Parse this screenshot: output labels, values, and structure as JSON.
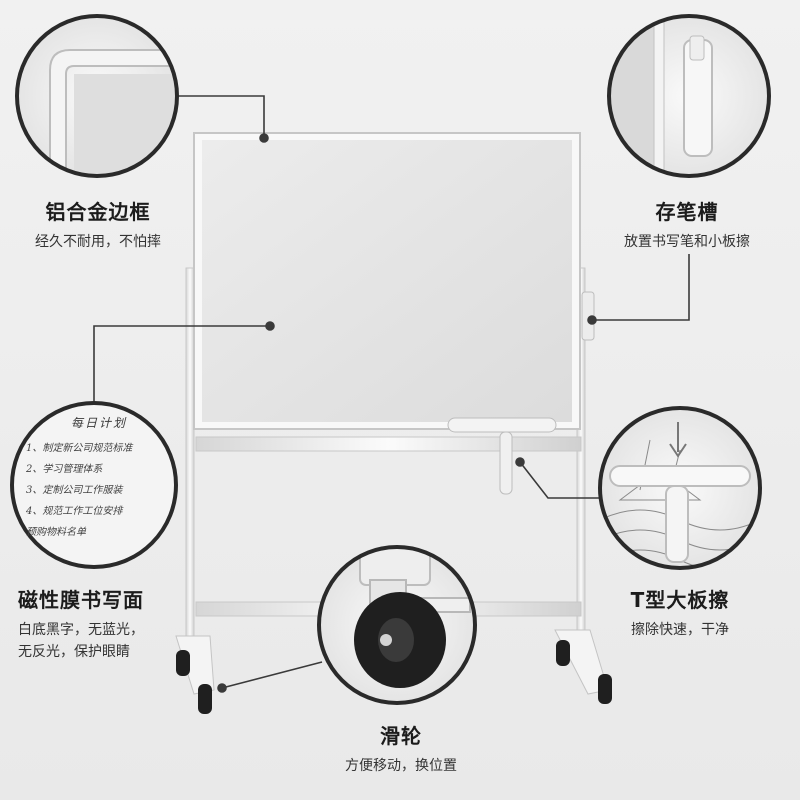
{
  "features": {
    "frame": {
      "title": "铝合金边框",
      "desc": "经久不耐用，不怕摔"
    },
    "tray": {
      "title": "存笔槽",
      "desc": "放置书写笔和小板擦"
    },
    "surface": {
      "title": "磁性膜书写面",
      "desc_lines": [
        "白底黑字，无蓝光，",
        "无反光，保护眼睛"
      ]
    },
    "eraser": {
      "title": "T型大板擦",
      "desc": "擦除快速，干净"
    },
    "wheel": {
      "title": "滑轮",
      "desc": "方便移动，换位置"
    }
  },
  "plan": {
    "title": "每日计划",
    "items": [
      "1、制定新公司规范标准",
      "2、学习管理体系",
      "3、定制公司工作服装",
      "4、规范工作工位安排",
      "预购物料名单"
    ]
  },
  "colors": {
    "board": "#e4e4e4",
    "frame": "#f6f6f6",
    "accent_line": "#3a3a3a",
    "wheel": "#1f1f1f"
  }
}
